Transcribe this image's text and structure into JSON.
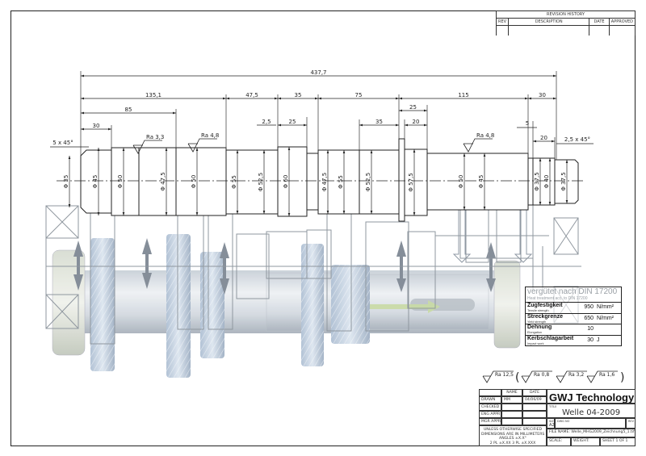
{
  "revision_history": {
    "title": "REVISION HISTORY",
    "columns": [
      "REV",
      "DESCRIPTION",
      "DATE",
      "APPROVED"
    ]
  },
  "dimensions": {
    "overall_length": "437,7",
    "horizontal": [
      "135,1",
      "85",
      "30",
      "47,5",
      "35",
      "75",
      "25",
      "35",
      "20",
      "115",
      "30",
      "2,5",
      "25",
      "5",
      "20"
    ],
    "chamfer_left": "5 x 45°",
    "chamfer_right": "2,5 x 45°",
    "diameters": [
      "Φ 35",
      "Φ 45",
      "Φ 50",
      "Φ 47,5",
      "Φ 50",
      "Φ 55",
      "Φ 52,5",
      "Φ 60",
      "Φ 47,5",
      "Φ 55",
      "Φ 52,5",
      "Φ 57,5",
      "Φ 50",
      "Φ 45",
      "Φ 37,5",
      "Φ 40",
      "Φ 37,5"
    ],
    "roughness": [
      "Ra 3,3",
      "Ra 4,8",
      "Ra 4,8"
    ]
  },
  "surface_finish": {
    "general": "Ra 12,5",
    "exceptions": [
      "Ra 0,8",
      "Ra 3,2",
      "Ra 1,6"
    ]
  },
  "heat_treatment": {
    "title_de": "vergütet nach DIN 17200",
    "title_en": "Heat treatment acc. to DIN 17200",
    "rows": [
      {
        "label_de": "Zugfestigkeit",
        "label_en": "Tensile strength",
        "value": "950",
        "unit": "N/mm²"
      },
      {
        "label_de": "Streckgrenze",
        "label_en": "Yield strength",
        "value": "650",
        "unit": "N/mm²"
      },
      {
        "label_de": "Dehnung",
        "label_en": "Elongation",
        "value": "10",
        "unit": ""
      },
      {
        "label_de": "Kerbschlagarbeit",
        "label_en": "Impact work",
        "value": "30",
        "unit": "J"
      }
    ]
  },
  "title_block": {
    "header_name": "NAME",
    "header_date": "DATE",
    "drawn_label": "DRAWN",
    "drawn_name": "MM",
    "drawn_date": "04/06/09",
    "checked_label": "CHECKED",
    "eng_appr_label": "ENG APPR",
    "mgr_appr_label": "MGR APPR",
    "tolerance_note": [
      "UNLESS OTHERWISE SPECIFIED",
      "DIMENSIONS ARE IN MILLIMETERS",
      "ANGLES ±X.X°",
      "2 PL ±X.XX  3 PL ±X.XXX"
    ],
    "company": "GWJ Technology",
    "title_label": "TITLE",
    "title": "Welle 04-2009",
    "size_label": "SIZE",
    "size": "A2",
    "dwg_no_label": "DWG NO",
    "rev_label": "REV",
    "file_name": "FILE NAME: Welle_MHG2009_Zeichnung5_1.tiff",
    "scale_label": "SCALE:",
    "weight_label": "WEIGHT:",
    "sheet": "SHEET 1 OF 1"
  }
}
